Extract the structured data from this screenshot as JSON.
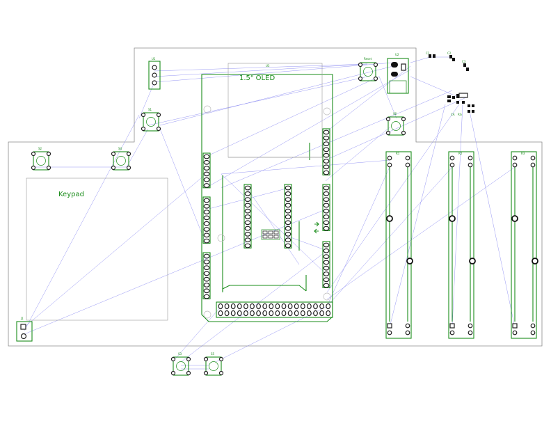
{
  "labels": {
    "keypad": "Keypad",
    "oled": "1.5\" OLED",
    "u1": "U1",
    "u2": "U2",
    "u3": "U3",
    "s1": "S1",
    "s2": "S2",
    "s3": "S3",
    "s4": "S4",
    "s5": "S5",
    "s6": "S6",
    "reset": "Reset",
    "r1": "R1",
    "r2": "R2",
    "r3": "R3",
    "j1": "J1",
    "c1": "C1",
    "c2": "C2",
    "c3": "C3",
    "ca": "CA",
    "rg": "RG"
  },
  "colors": {
    "silkscreen": "#1a8c1a",
    "ratsnest": "#7d7df0",
    "outline": "#8a8a8a",
    "pad": "#222222"
  }
}
